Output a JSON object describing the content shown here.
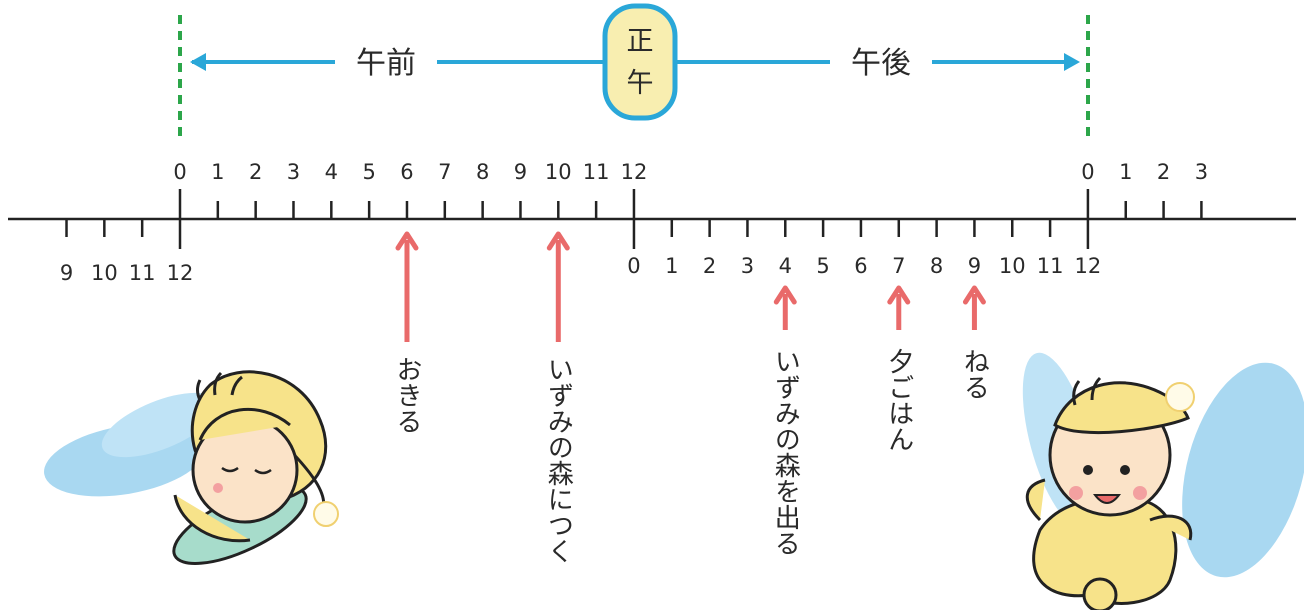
{
  "header": {
    "am_label": "午前",
    "pm_label": "午後",
    "noon_char_1": "正",
    "noon_char_2": "午"
  },
  "upper_ticks": {
    "am_labels": [
      "0",
      "1",
      "2",
      "3",
      "4",
      "5",
      "6",
      "7",
      "8",
      "9",
      "10",
      "11",
      "12"
    ],
    "next_labels": [
      "0",
      "1",
      "2",
      "3"
    ]
  },
  "lower_ticks": {
    "prev_labels": [
      "9",
      "10",
      "11",
      "12"
    ],
    "pm_labels": [
      "0",
      "1",
      "2",
      "3",
      "4",
      "5",
      "6",
      "7",
      "8",
      "9",
      "10",
      "11",
      "12"
    ]
  },
  "events": [
    {
      "label": "おきる",
      "hour": 6,
      "period": "午前"
    },
    {
      "label": "いずみの森につく",
      "hour": 10,
      "period": "午前"
    },
    {
      "label": "いずみの森を出る",
      "hour": 4,
      "period": "午後"
    },
    {
      "label": "夕ごはん",
      "hour": 7,
      "period": "午後"
    },
    {
      "label": "ねる",
      "hour": 9,
      "period": "午後"
    }
  ],
  "colors": {
    "line": "#222222",
    "range_arrow": "#2aa7d8",
    "event_arrow": "#e96a6a",
    "dashed_marker": "#2ca64a",
    "noon_fill": "#f8eeb0",
    "noon_border": "#2aa7d8"
  },
  "icons": [
    "sleeping-fairy-icon",
    "sitting-fairy-icon"
  ]
}
